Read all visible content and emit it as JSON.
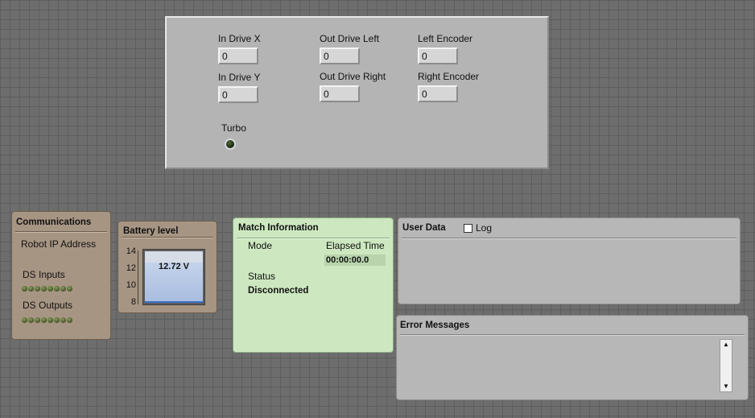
{
  "drive": {
    "in_drive_x": {
      "label": "In Drive X",
      "value": "0"
    },
    "in_drive_y": {
      "label": "In Drive Y",
      "value": "0"
    },
    "out_drive_left": {
      "label": "Out Drive Left",
      "value": "0"
    },
    "out_drive_right": {
      "label": "Out Drive Right",
      "value": "0"
    },
    "left_encoder": {
      "label": "Left Encoder",
      "value": "0"
    },
    "right_encoder": {
      "label": "Right Encoder",
      "value": "0"
    },
    "turbo": {
      "label": "Turbo"
    }
  },
  "communications": {
    "title": "Communications",
    "robot_ip_label": "Robot IP Address",
    "ds_inputs_label": "DS Inputs",
    "ds_outputs_label": "DS Outputs"
  },
  "battery": {
    "title": "Battery level",
    "value_label": "12.72 V",
    "level": 12.72,
    "scale_min": 8,
    "scale_max": 14,
    "ticks": [
      "14",
      "12",
      "10",
      "8"
    ]
  },
  "match": {
    "title": "Match Information",
    "mode_label": "Mode",
    "elapsed_label": "Elapsed Time",
    "elapsed_value": "00:00:00.0",
    "status_label": "Status",
    "status_value": "Disconnected"
  },
  "user_data": {
    "title": "User Data",
    "log_label": "Log"
  },
  "errors": {
    "title": "Error Messages"
  },
  "colors": {
    "workspace": "#6d6d6d",
    "panel_tan": "#a79583",
    "panel_green": "#cde8c0",
    "panel_grey": "#b7b7b7"
  }
}
